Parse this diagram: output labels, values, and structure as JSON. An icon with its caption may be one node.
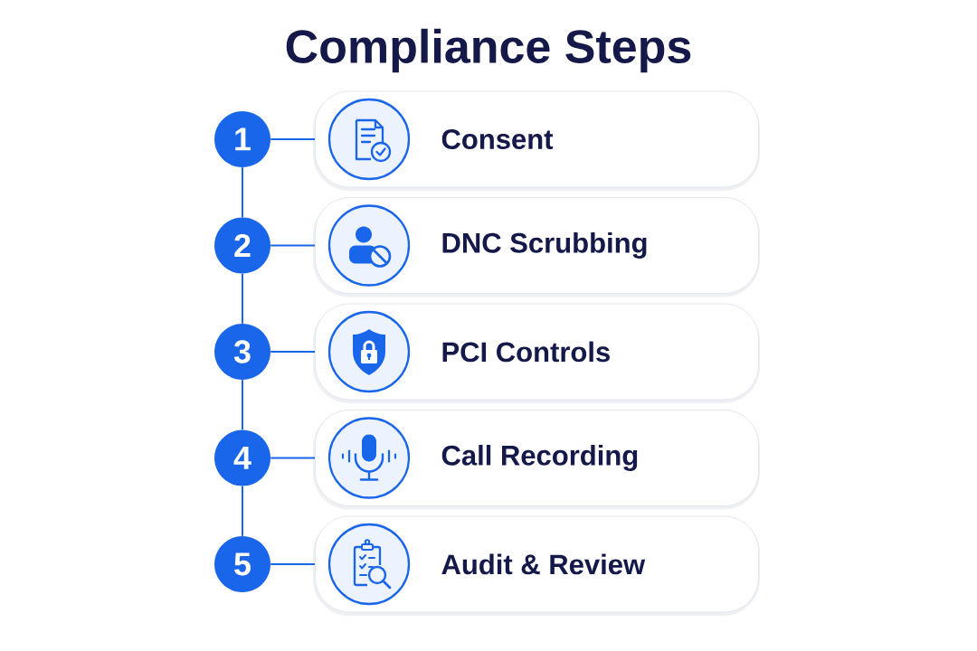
{
  "diagram": {
    "title": "Compliance Steps",
    "nodes": [
      {
        "text": [
          "1"
        ]
      },
      {
        "text": [
          "Consent"
        ]
      },
      {
        "text": [
          "2"
        ]
      },
      {
        "text": [
          "DNC Scrubbing"
        ]
      },
      {
        "text": [
          "3"
        ]
      },
      {
        "text": [
          "PCI Controls"
        ]
      },
      {
        "text": [
          "4"
        ]
      },
      {
        "text": [
          "Call Recording"
        ]
      },
      {
        "text": [
          "5"
        ]
      },
      {
        "text": [
          "Audit & Review"
        ]
      }
    ],
    "edges": [
      {
        "from": 0,
        "to": 1,
        "arrow": "none"
      },
      {
        "from": 0,
        "to": 2,
        "arrow": "none"
      },
      {
        "from": 2,
        "to": 3,
        "arrow": "none"
      },
      {
        "from": 2,
        "to": 4,
        "arrow": "none"
      },
      {
        "from": 4,
        "to": 5,
        "arrow": "none"
      },
      {
        "from": 4,
        "to": 6,
        "arrow": "none"
      },
      {
        "from": 6,
        "to": 7,
        "arrow": "none"
      },
      {
        "from": 6,
        "to": 8,
        "arrow": "none"
      },
      {
        "from": 8,
        "to": 9,
        "arrow": "none"
      }
    ]
  }
}
